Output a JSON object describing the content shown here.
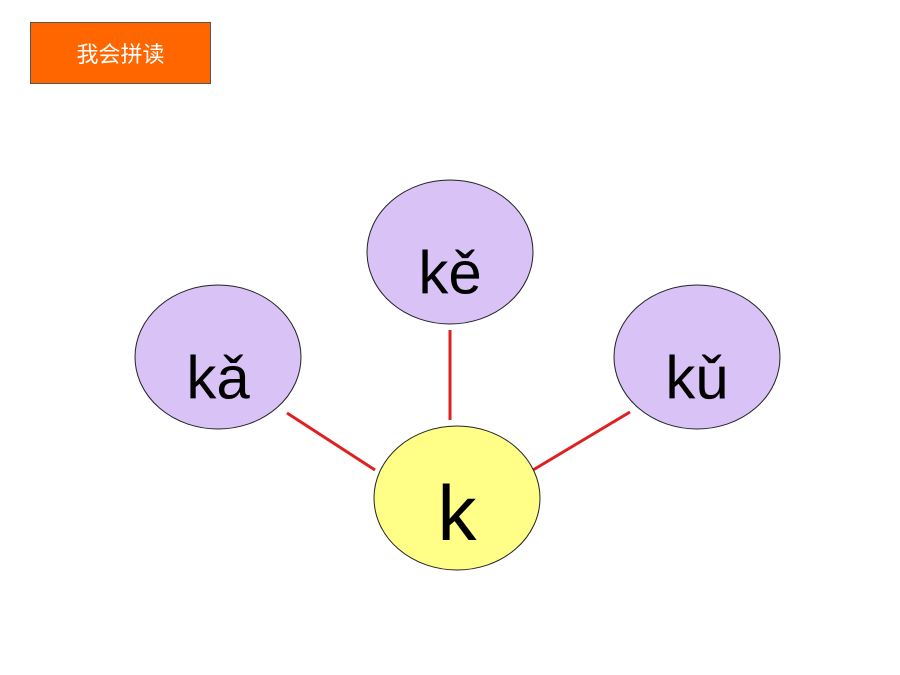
{
  "title": "我会拼读",
  "colors": {
    "title_bg": "#ff6600",
    "outer_fill": "#d9c2f5",
    "center_fill": "#ffff88",
    "connector": "#e02020",
    "outline": "#222222"
  },
  "center": {
    "label": "k"
  },
  "syllables": [
    {
      "label": "kǎ"
    },
    {
      "label": "kě"
    },
    {
      "label": "kǔ"
    }
  ]
}
